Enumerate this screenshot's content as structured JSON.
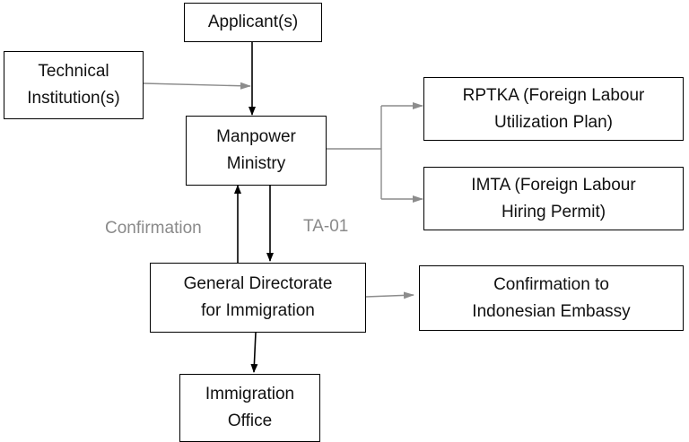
{
  "nodes": {
    "applicants": {
      "lines": [
        "Applicant(s)"
      ]
    },
    "technical_institutions": {
      "lines": [
        "Technical",
        "Institution(s)"
      ]
    },
    "manpower_ministry": {
      "lines": [
        "Manpower",
        "Ministry"
      ]
    },
    "rptka": {
      "lines": [
        "RPTKA (Foreign Labour",
        "Utilization Plan)"
      ]
    },
    "imta": {
      "lines": [
        "IMTA (Foreign Labour",
        "Hiring Permit)"
      ]
    },
    "directorate": {
      "lines": [
        "General Directorate",
        "for Immigration"
      ]
    },
    "embassy": {
      "lines": [
        "Confirmation to",
        "Indonesian Embassy"
      ]
    },
    "immigration_office": {
      "lines": [
        "Immigration",
        "Office"
      ]
    }
  },
  "edge_labels": {
    "confirmation": "Confirmation",
    "ta01": "TA-01"
  },
  "colors": {
    "dark_arrow": "#000000",
    "grey_arrow": "#8c8c8c",
    "grey_label": "#8a8a8a"
  }
}
